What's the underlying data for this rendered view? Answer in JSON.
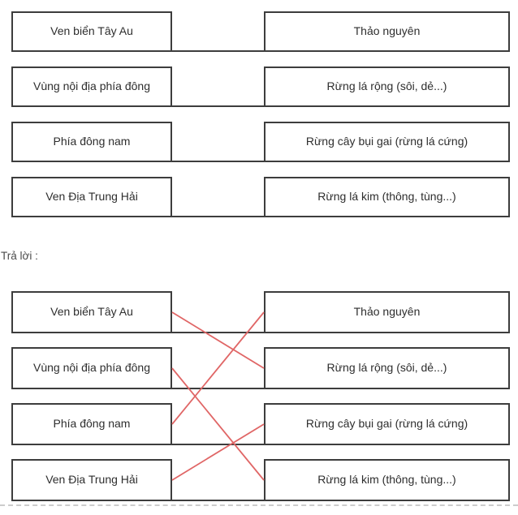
{
  "answer_label": "Trả lời :",
  "colors": {
    "box_border": "#3d3d3d",
    "connection_line": "#e06666",
    "divider": "#cccccc",
    "text": "#2e2e2e"
  },
  "question": {
    "left_items": [
      "Ven biển Tây Au",
      "Vùng nội địa phía đông",
      "Phía đông nam",
      "Ven Địa Trung Hải"
    ],
    "right_items": [
      "Thảo nguyên",
      "Rừng lá rộng (sôi, dẻ...)",
      "Rừng cây bụi gai (rừng lá cứng)",
      "Rừng lá kim (thông, tùng...)"
    ]
  },
  "answer": {
    "left_items": [
      "Ven biển Tây Au",
      "Vùng nội địa phía đông",
      "Phía đông nam",
      "Ven Địa Trung Hải"
    ],
    "right_items": [
      "Thảo nguyên",
      "Rừng lá rộng (sôi, dẻ...)",
      "Rừng cây bụi gai (rừng lá cứng)",
      "Rừng lá kim (thông, tùng...)"
    ],
    "connections": [
      {
        "left_index": 0,
        "right_index": 1,
        "left": "Ven biển Tây Au",
        "right": "Rừng lá rộng (sôi, dẻ...)"
      },
      {
        "left_index": 1,
        "right_index": 3,
        "left": "Vùng nội địa phía đông",
        "right": "Rừng lá kim (thông, tùng...)"
      },
      {
        "left_index": 2,
        "right_index": 0,
        "left": "Phía đông nam",
        "right": "Thảo nguyên"
      },
      {
        "left_index": 3,
        "right_index": 2,
        "left": "Ven Địa Trung Hải",
        "right": "Rừng cây bụi gai (rừng lá cứng)"
      }
    ]
  }
}
